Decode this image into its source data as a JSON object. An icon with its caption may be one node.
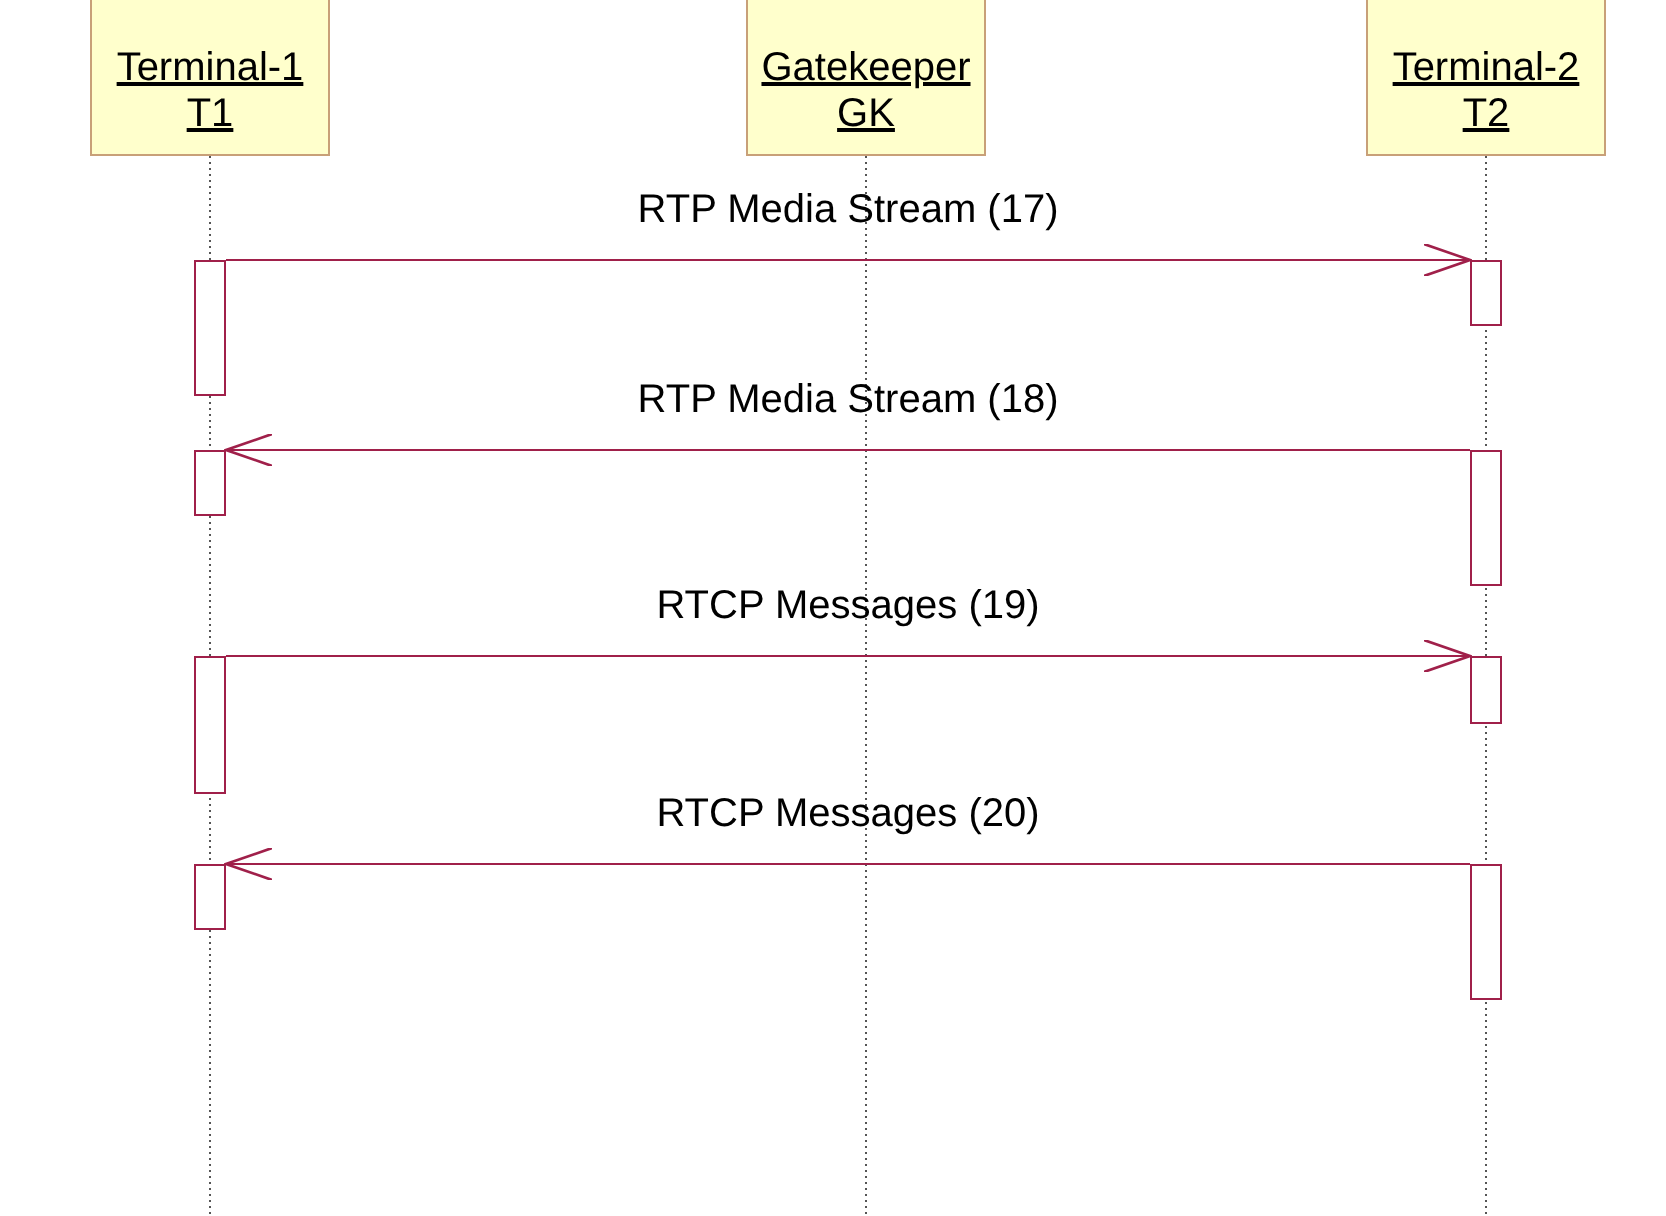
{
  "diagram": {
    "nodes": [
      {
        "text": [
          "Terminal-1",
          "T1"
        ]
      },
      {
        "text": [
          "Gatekeeper",
          "GK"
        ]
      },
      {
        "text": [
          "Terminal-2",
          "T2"
        ]
      },
      {
        "text": [],
        "shape": "bar"
      },
      {
        "text": [],
        "shape": "bar"
      },
      {
        "text": [],
        "shape": "bar"
      },
      {
        "text": [],
        "shape": "bar"
      },
      {
        "text": [],
        "shape": "bar"
      },
      {
        "text": [],
        "shape": "bar"
      },
      {
        "text": [],
        "shape": "bar"
      },
      {
        "text": [],
        "shape": "bar"
      }
    ],
    "edges": [
      {
        "from": 3,
        "to": 4,
        "arrow": "to",
        "label": "RTP Media Stream (17)"
      },
      {
        "from": 6,
        "to": 5,
        "arrow": "to",
        "label": "RTP Media Stream (18)"
      },
      {
        "from": 7,
        "to": 8,
        "arrow": "to",
        "label": "RTCP Messages (19)"
      },
      {
        "from": 10,
        "to": 9,
        "arrow": "to",
        "label": "RTCP Messages (20)"
      }
    ]
  }
}
